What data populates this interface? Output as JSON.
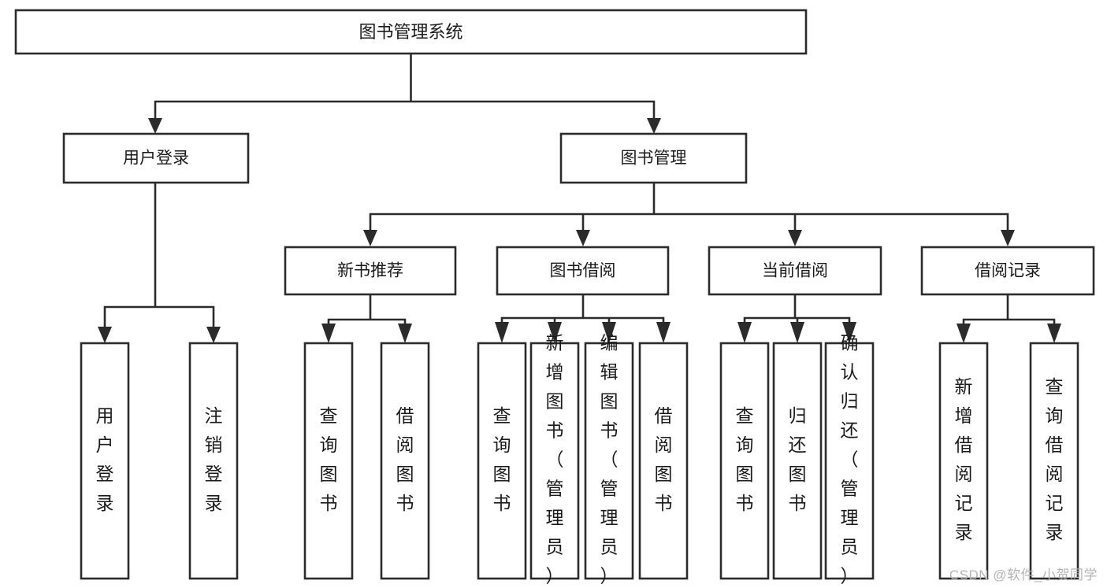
{
  "diagram": {
    "title": "图书管理系统",
    "type": "tree-hierarchy-diagram",
    "root": {
      "id": "root",
      "label": "图书管理系统"
    },
    "level2": [
      {
        "id": "user-login",
        "label": "用户登录"
      },
      {
        "id": "book-management",
        "label": "图书管理"
      }
    ],
    "level3": [
      {
        "id": "new-book-recommend",
        "label": "新书推荐",
        "parent": "book-management"
      },
      {
        "id": "book-borrow",
        "label": "图书借阅",
        "parent": "book-management"
      },
      {
        "id": "current-borrow",
        "label": "当前借阅",
        "parent": "book-management"
      },
      {
        "id": "borrow-record",
        "label": "借阅记录",
        "parent": "book-management"
      }
    ],
    "leaves": {
      "user-login": [
        {
          "id": "leaf-user-login",
          "label": "用户登录"
        },
        {
          "id": "leaf-user-logout",
          "label": "注销登录"
        }
      ],
      "new-book-recommend": [
        {
          "id": "leaf-query-book-1",
          "label": "查询图书"
        },
        {
          "id": "leaf-borrow-book-1",
          "label": "借阅图书"
        }
      ],
      "book-borrow": [
        {
          "id": "leaf-query-book-2",
          "label": "查询图书"
        },
        {
          "id": "leaf-add-book",
          "label": "新增图书（管理员）"
        },
        {
          "id": "leaf-edit-book",
          "label": "编辑图书（管理员）"
        },
        {
          "id": "leaf-borrow-book-2",
          "label": "借阅图书"
        }
      ],
      "current-borrow": [
        {
          "id": "leaf-query-book-3",
          "label": "查询图书"
        },
        {
          "id": "leaf-return-book",
          "label": "归还图书"
        },
        {
          "id": "leaf-confirm-return",
          "label": "确认归还（管理员）"
        }
      ],
      "borrow-record": [
        {
          "id": "leaf-add-record",
          "label": "新增借阅记录"
        },
        {
          "id": "leaf-query-record",
          "label": "查询借阅记录"
        }
      ]
    },
    "colors": {
      "stroke": "#2b2b2b",
      "box_fill": "#ffffff",
      "text": "#1a1a1a",
      "background": "#ffffff",
      "watermark": "#b4b4b4"
    }
  },
  "watermark": {
    "text": "CSDN @软件_小贺同学"
  }
}
